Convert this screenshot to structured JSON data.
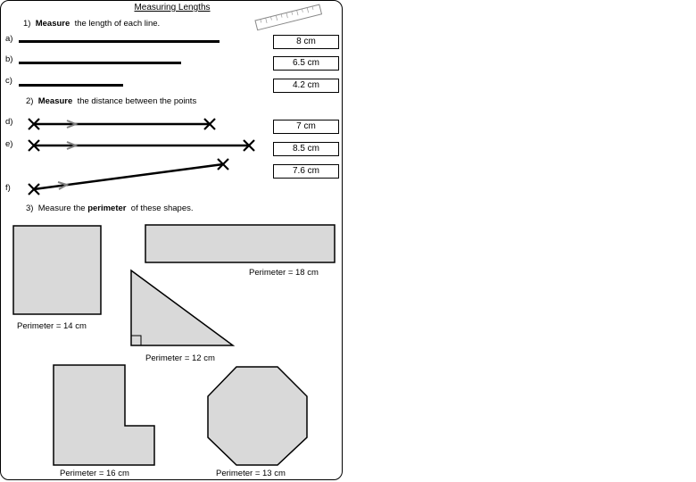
{
  "worksheet": {
    "title": "Measuring Lengths",
    "q1": {
      "number": "1)",
      "verb": "Measure",
      "rest": "the length of each line."
    },
    "q2": {
      "number": "2)",
      "verb": "Measure",
      "rest": "the distance between the points"
    },
    "q3": {
      "number": "3)",
      "pre": "Measure the",
      "bold": "perimeter",
      "post": "of these shapes."
    },
    "labels": {
      "a": "a)",
      "b": "b)",
      "c": "c)",
      "d": "d)",
      "e": "e)",
      "f": "f)"
    },
    "answers": {
      "a": "8 cm",
      "b": "6.5 cm",
      "c": "4.2 cm",
      "d": "7 cm",
      "e": "8.5 cm",
      "f": "7.6 cm"
    },
    "perimeters": {
      "square": "Perimeter = 14 cm",
      "rectangle": "Perimeter = 18 cm",
      "triangle": "Perimeter = 12 cm",
      "l_shape": "Perimeter = 16 cm",
      "octagon": "Perimeter = 13 cm"
    }
  },
  "colors": {
    "shape_fill": "#d9d9d9",
    "arrow": "#808080",
    "ink": "#000000"
  },
  "icons": {
    "ruler": "ruler-icon",
    "cross": "cross-mark-icon"
  }
}
